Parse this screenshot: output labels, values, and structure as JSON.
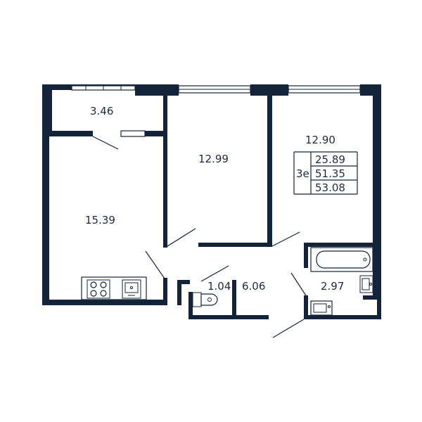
{
  "rooms": {
    "balcony": "3.46",
    "kitchen": "15.39",
    "bedroom_middle": "12.99",
    "bedroom_right": "12.90",
    "toilet": "1.04",
    "hall": "6.06",
    "bathroom": "2.97"
  },
  "summary": {
    "type": "3е",
    "living_area": "25.89",
    "total_area": "51.35",
    "total_with_balcony": "53.08"
  },
  "colors": {
    "wall": "#13243a",
    "text": "#1c2a3f"
  },
  "icons": [
    "stove-icon",
    "sink-icon",
    "toilet-icon",
    "bathtub-icon",
    "washbasin-icon",
    "washing-machine-icon"
  ]
}
